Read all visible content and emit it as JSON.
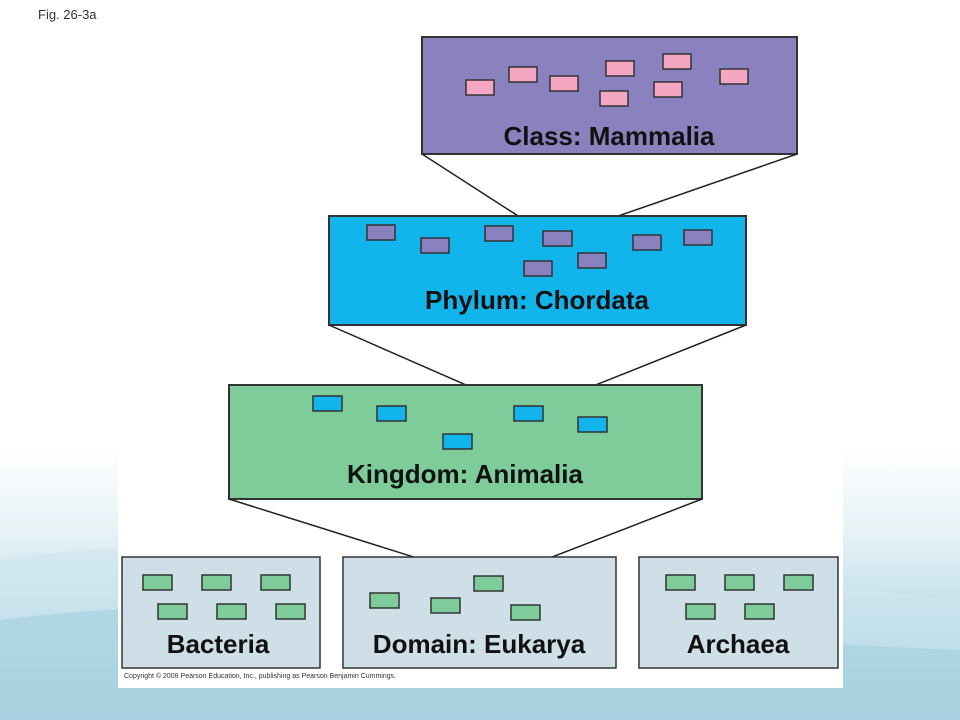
{
  "figure_label": "Fig. 26-3a",
  "copyright": "Copyright © 2008 Pearson Education, Inc., publishing as Pearson Benjamin Cummings.",
  "colors": {
    "mammalia_box": "#8a82bf",
    "mammalia_members": "#f4a6c2",
    "chordata_box": "#12b4ec",
    "chordata_members": "#8a82bf",
    "animalia_box": "#7fcc9b",
    "animalia_members": "#12b4ec",
    "domain_box": "#cfdfe7",
    "domain_members": "#7fcc9b"
  },
  "taxa": {
    "class": "Class: Mammalia",
    "phylum": "Phylum: Chordata",
    "kingdom": "Kingdom: Animalia",
    "bacteria": "Bacteria",
    "eukarya": "Domain: Eukarya",
    "archaea": "Archaea"
  }
}
